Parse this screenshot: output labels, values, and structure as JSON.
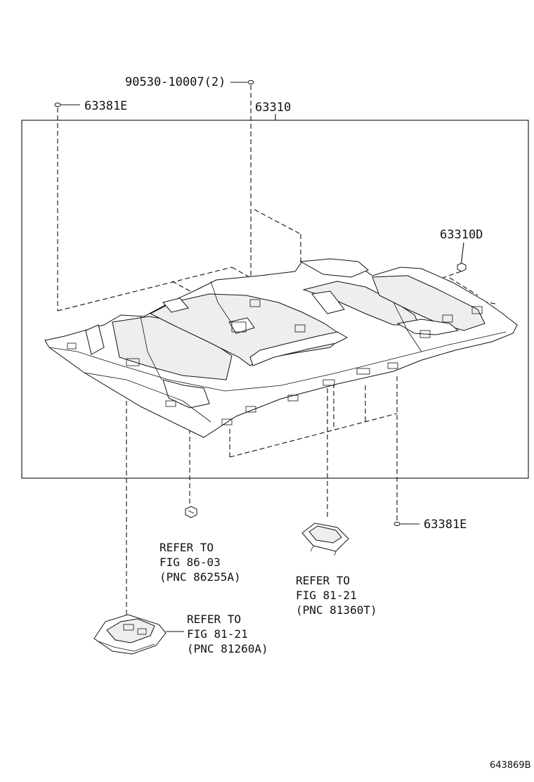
{
  "labels": {
    "part_bolt": "90530-10007(2)",
    "part_clip_top": "63381E",
    "part_headliner": "63310",
    "part_retainer": "63310D",
    "part_clip_bottom": "63381E"
  },
  "refs": {
    "left": {
      "line1": "REFER TO",
      "line2": "FIG 86-03",
      "line3": "(PNC 86255A)"
    },
    "middle": {
      "line1": "REFER TO",
      "line2": "FIG 81-21",
      "line3": "(PNC 81360T)"
    },
    "bottom": {
      "line1": "REFER TO",
      "line2": "FIG 81-21",
      "line3": "(PNC 81260A)"
    }
  },
  "diagram_id": "643869B"
}
